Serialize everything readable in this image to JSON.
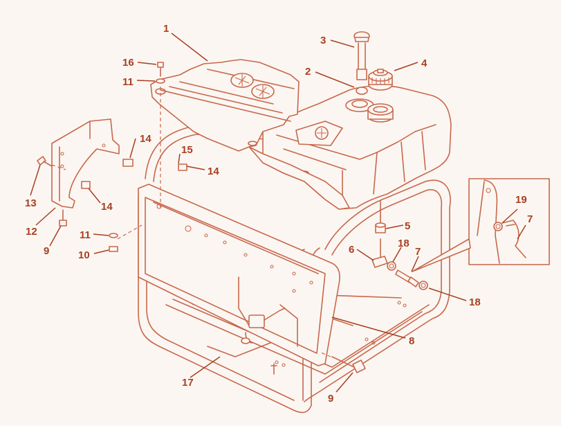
{
  "colors": {
    "background": "#fbf6f2",
    "line": "#c8674a",
    "label": "#a83f1f",
    "fill": "#fbf6f2"
  },
  "labels": {
    "l1": "1",
    "l2": "2",
    "l3": "3",
    "l4": "4",
    "l5": "5",
    "l6": "6",
    "l7a": "7",
    "l7b": "7",
    "l8": "8",
    "l9a": "9",
    "l9b": "9",
    "l10": "10",
    "l11a": "11",
    "l11b": "11",
    "l12": "12",
    "l13": "13",
    "l14a": "14",
    "l14b": "14",
    "l14c": "14",
    "l15": "15",
    "l16": "16",
    "l17": "17",
    "l18a": "18",
    "l18b": "18",
    "l19": "19"
  }
}
